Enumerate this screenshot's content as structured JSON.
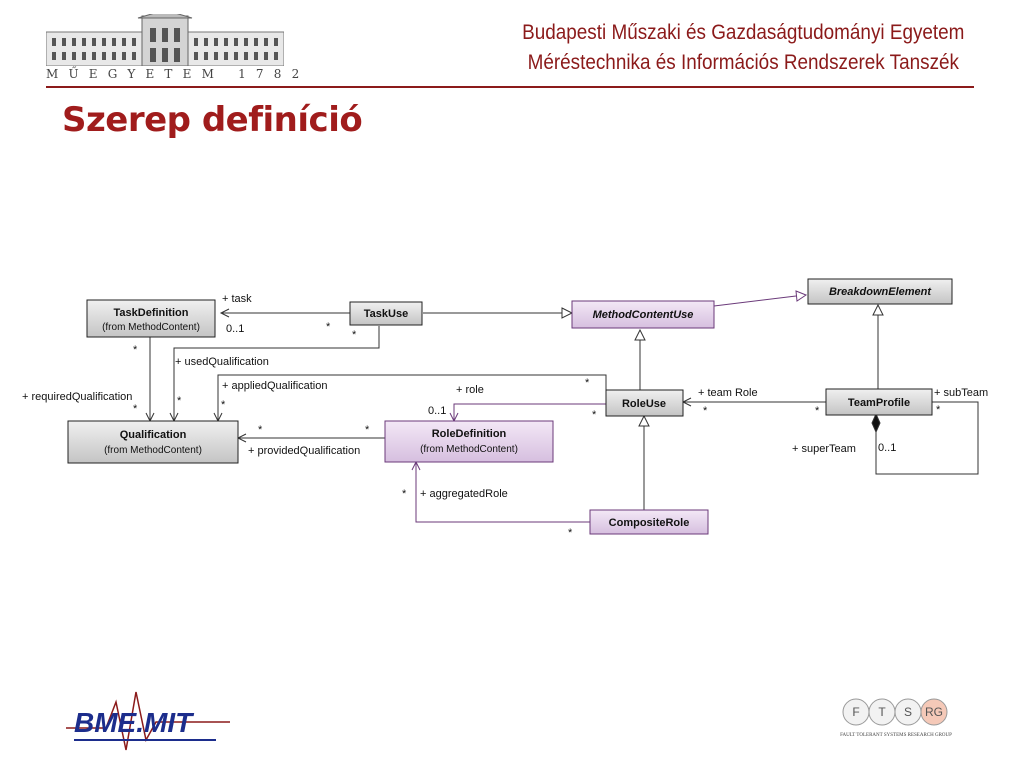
{
  "header": {
    "line1": "Budapesti Műszaki és Gazdaságtudományi Egyetem",
    "line2": "Méréstechnika és Információs Rendszerek Tanszék",
    "logo_caption": "MŰEGYETEM 1782"
  },
  "title": "Szerep definíció",
  "diagram": {
    "classes": {
      "task_definition": {
        "name": "TaskDefinition",
        "sub": "(from MethodContent)"
      },
      "task_use": {
        "name": "TaskUse"
      },
      "method_content_use": {
        "name": "MethodContentUse"
      },
      "breakdown_element": {
        "name": "BreakdownElement"
      },
      "qualification": {
        "name": "Qualification",
        "sub": "(from MethodContent)"
      },
      "role_definition": {
        "name": "RoleDefinition",
        "sub": "(from MethodContent)"
      },
      "role_use": {
        "name": "RoleUse"
      },
      "team_profile": {
        "name": "TeamProfile"
      },
      "composite_role": {
        "name": "CompositeRole"
      }
    },
    "labels": {
      "task": "+ task",
      "task_mult_01": "0..1",
      "task_mult_star1": "*",
      "task_mult_star2": "*",
      "used_qualification": "+ usedQualification",
      "applied_qualification": "+ appliedQualification",
      "required_qualification": "+ requiredQualification",
      "req_star_top": "*",
      "req_star_bottom": "*",
      "used_star": "*",
      "applied_star": "*",
      "applied_star_right": "*",
      "provided_qualification": "+ providedQualification",
      "provided_star_left": "*",
      "provided_star_right": "*",
      "role": "+ role",
      "role_mult": "0..1",
      "role_star": "*",
      "team_role": "+ team Role",
      "team_role_star_left": "*",
      "team_role_star_right": "*",
      "sub_team": "+ subTeam",
      "sub_team_star": "*",
      "super_team": "+ superTeam",
      "super_team_mult": "0..1",
      "aggregated_role": "+ aggregatedRole",
      "aggregated_star_left": "*",
      "aggregated_star_bottom": "*"
    }
  },
  "footer": {
    "bme_mit": "BME.MIT",
    "ftsrg_letters": [
      "F",
      "T",
      "S",
      "RG"
    ],
    "ftsrg_caption": "FAULT TOLERANT SYSTEMS RESEARCH GROUP"
  },
  "colors": {
    "accent": "#8b1a1a",
    "title": "#a01c1c",
    "class_box": "#d8d8d8",
    "purple_box": "#e3d3e8",
    "purple_line": "#6b3a7a"
  }
}
